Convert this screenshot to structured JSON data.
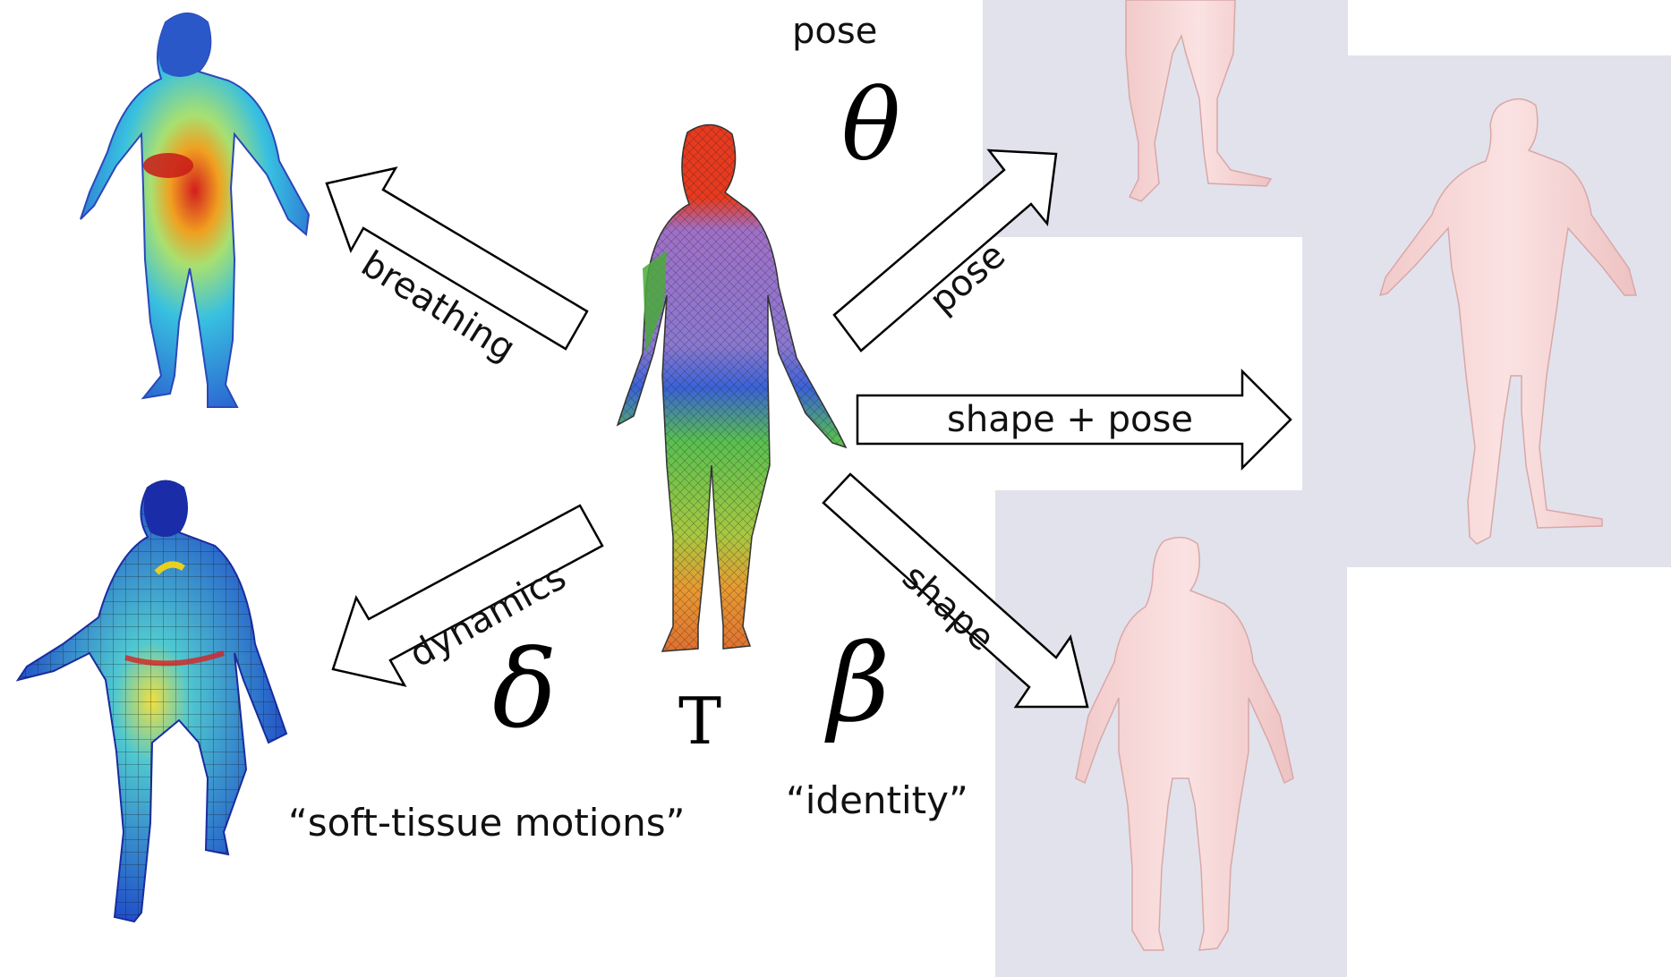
{
  "labels": {
    "pose_title": "pose",
    "theta": "θ",
    "arrow_breathing": "breathing",
    "arrow_pose": "pose",
    "arrow_shape_pose": "shape + pose",
    "arrow_dynamics": "dynamics",
    "arrow_shape": "shape",
    "delta": "δ",
    "template_T": "T",
    "beta": "β",
    "soft_tissue": "“soft-tissue motions”",
    "identity": "“identity”"
  },
  "colors": {
    "panel_bg": "#e2e2ec",
    "skin": "#f6d6d6",
    "heat_cold": "#2a3fbf",
    "heat_hot": "#d62020"
  }
}
